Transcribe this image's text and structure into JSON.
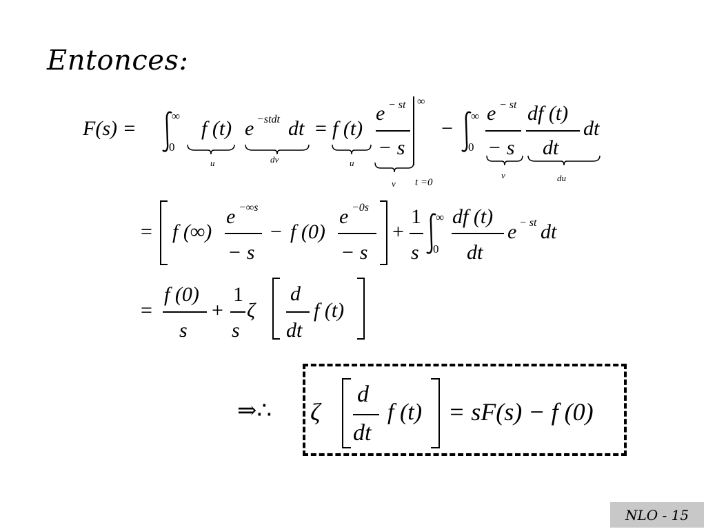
{
  "slide": {
    "title": "Entonces:",
    "footer": "NLO -  15"
  },
  "equations": {
    "line1": {
      "lhs": "F(s) =",
      "int_upper": "∞",
      "int_lower": "0",
      "f_of_t": "f (t)",
      "exp_base": "e",
      "exp_power": "−stdt",
      "dt": "dt",
      "equals": "=",
      "f_of_t_2": "f (t)",
      "frac_num_base": "e",
      "frac_num_power": "− st",
      "frac_den": "− s",
      "eval_upper": "∞",
      "eval_lower": "t =0",
      "minus": "−",
      "int2_upper": "∞",
      "int2_lower": "0",
      "frac2_num_base": "e",
      "frac2_num_power": "− st",
      "frac2_den": "− s",
      "frac3_num": "df (t)",
      "frac3_den": "dt",
      "dt_end": "dt",
      "brace_u1": "u",
      "brace_dv": "dv",
      "brace_u2": "u",
      "brace_v1": "v",
      "brace_v2": "v",
      "brace_du": "du"
    },
    "line2": {
      "equals": "=",
      "f_inf": "f (∞)",
      "fa_num_base": "e",
      "fa_num_power": "−∞s",
      "fa_den": "− s",
      "minus": "−",
      "f_zero": "f (0)",
      "fb_num_base": "e",
      "fb_num_power": "−0s",
      "fb_den": "− s",
      "plus": "+",
      "fc_num": "1",
      "fc_den": "s",
      "int_upper": "∞",
      "int_lower": "0",
      "fd_num": "df (t)",
      "fd_den": "dt",
      "exp_base": "e",
      "exp_power": "− st",
      "dt_end": "dt"
    },
    "line3": {
      "equals": "=",
      "fa_num": "f (0)",
      "fa_den": "s",
      "plus": "+",
      "fb_num": "1",
      "fb_den": "s",
      "zeta": "ζ",
      "fc_num": "d",
      "fc_den": "dt",
      "f_of_t": "f (t)"
    },
    "result": {
      "implies": "⇒∴",
      "zeta": "ζ",
      "fa_num": "d",
      "fa_den": "dt",
      "f_of_t": "f (t)",
      "rhs": "= sF(s) − f (0)"
    }
  }
}
